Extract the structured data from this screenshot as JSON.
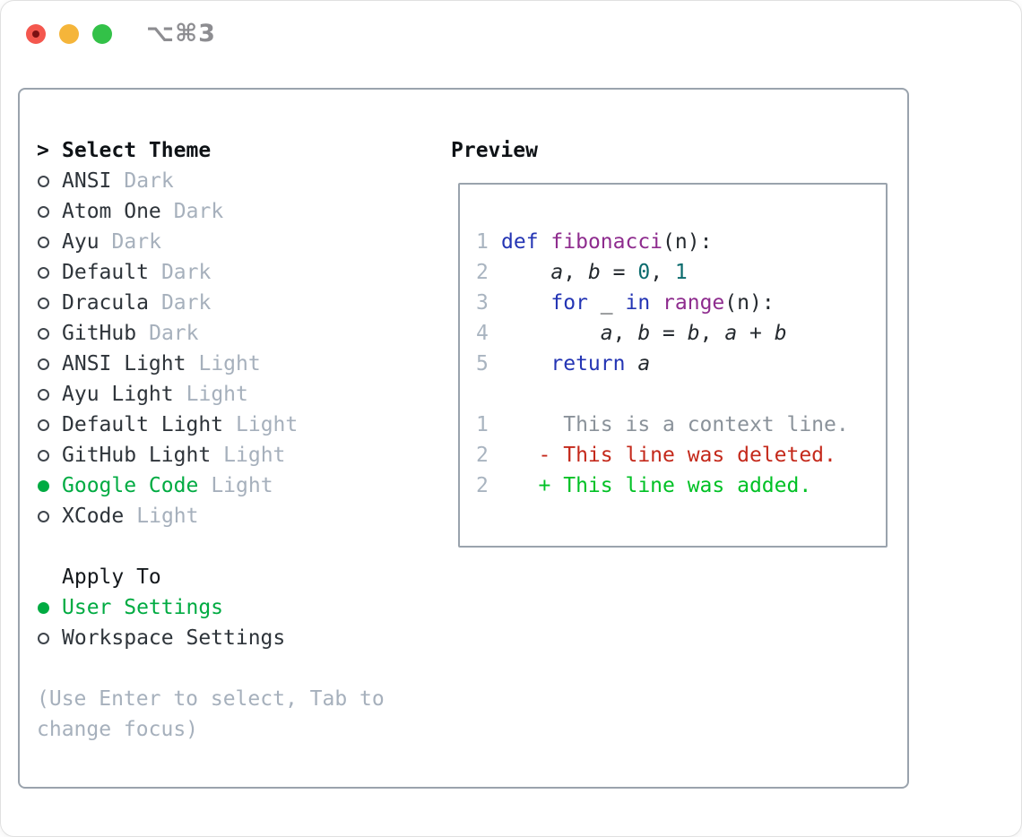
{
  "titlebar": {
    "shortcut": "⌥⌘3",
    "traffic_lights": [
      "close",
      "minimize",
      "zoom"
    ]
  },
  "colors": {
    "light_red": "#f4574e",
    "light_red_dot": "#7c1113",
    "light_yellow": "#f5b53a",
    "light_green": "#33c148",
    "titlebar_gray": "#8d8d91",
    "border_gray": "#9aa3ad",
    "header_black": "#0e1216",
    "item_text": "#2e343a",
    "variant_gray": "#a6b0bc",
    "help_gray": "#a6b0bc",
    "selection_green": "#00ab42",
    "keyword_blue": "#2435b4",
    "function_purple": "#8e2c8e",
    "number_teal": "#0b6b6d",
    "code_text": "#24292e",
    "line_number_gray": "#a9b4c0",
    "context_gray": "#8a929a",
    "deleted_red": "#c4291b",
    "added_green": "#00c125"
  },
  "theme_menu": {
    "prompt": ">",
    "title": "Select Theme",
    "items": [
      {
        "name": "ANSI",
        "variant": "Dark",
        "selected": false
      },
      {
        "name": "Atom One",
        "variant": "Dark",
        "selected": false
      },
      {
        "name": "Ayu",
        "variant": "Dark",
        "selected": false
      },
      {
        "name": "Default",
        "variant": "Dark",
        "selected": false
      },
      {
        "name": "Dracula",
        "variant": "Dark",
        "selected": false
      },
      {
        "name": "GitHub",
        "variant": "Dark",
        "selected": false
      },
      {
        "name": "ANSI Light",
        "variant": "Light",
        "selected": false
      },
      {
        "name": "Ayu Light",
        "variant": "Light",
        "selected": false
      },
      {
        "name": "Default Light",
        "variant": "Light",
        "selected": false
      },
      {
        "name": "GitHub Light",
        "variant": "Light",
        "selected": false
      },
      {
        "name": "Google Code",
        "variant": "Light",
        "selected": true
      },
      {
        "name": "XCode",
        "variant": "Light",
        "selected": false
      }
    ]
  },
  "apply_to": {
    "title": "Apply To",
    "options": [
      {
        "name": "User Settings",
        "selected": true
      },
      {
        "name": "Workspace Settings",
        "selected": false
      }
    ]
  },
  "help_lines": [
    "(Use Enter to select, Tab to",
    "change focus)"
  ],
  "preview": {
    "title": "Preview",
    "lines": [
      {
        "no": "1",
        "tokens": [
          [
            "def",
            "kw"
          ],
          [
            " ",
            "pl"
          ],
          [
            "fibonacci",
            "fn"
          ],
          [
            "(n):",
            "pl"
          ]
        ]
      },
      {
        "no": "2",
        "tokens": [
          [
            "    ",
            "pl"
          ],
          [
            "a",
            "id"
          ],
          [
            ", ",
            "pl"
          ],
          [
            "b",
            "id"
          ],
          [
            " = ",
            "pl"
          ],
          [
            "0",
            "num"
          ],
          [
            ", ",
            "pl"
          ],
          [
            "1",
            "num"
          ]
        ]
      },
      {
        "no": "3",
        "tokens": [
          [
            "    ",
            "pl"
          ],
          [
            "for",
            "kw"
          ],
          [
            " _ ",
            "pl"
          ],
          [
            "in",
            "kw"
          ],
          [
            " ",
            "pl"
          ],
          [
            "range",
            "fn"
          ],
          [
            "(n):",
            "pl"
          ]
        ]
      },
      {
        "no": "4",
        "tokens": [
          [
            "        ",
            "pl"
          ],
          [
            "a",
            "id"
          ],
          [
            ", ",
            "pl"
          ],
          [
            "b",
            "id"
          ],
          [
            " = ",
            "pl"
          ],
          [
            "b",
            "id"
          ],
          [
            ", ",
            "pl"
          ],
          [
            "a",
            "id"
          ],
          [
            " + ",
            "pl"
          ],
          [
            "b",
            "id"
          ]
        ]
      },
      {
        "no": "5",
        "tokens": [
          [
            "    ",
            "pl"
          ],
          [
            "return",
            "kw"
          ],
          [
            " ",
            "pl"
          ],
          [
            "a",
            "id"
          ]
        ]
      },
      {
        "no": "",
        "tokens": []
      },
      {
        "no": "1",
        "tokens": [
          [
            "     This is a context line.",
            "ctx"
          ]
        ]
      },
      {
        "no": "2",
        "tokens": [
          [
            "   - This line was deleted.",
            "del"
          ]
        ]
      },
      {
        "no": "2",
        "tokens": [
          [
            "   + This line was added.",
            "add"
          ]
        ]
      }
    ]
  }
}
